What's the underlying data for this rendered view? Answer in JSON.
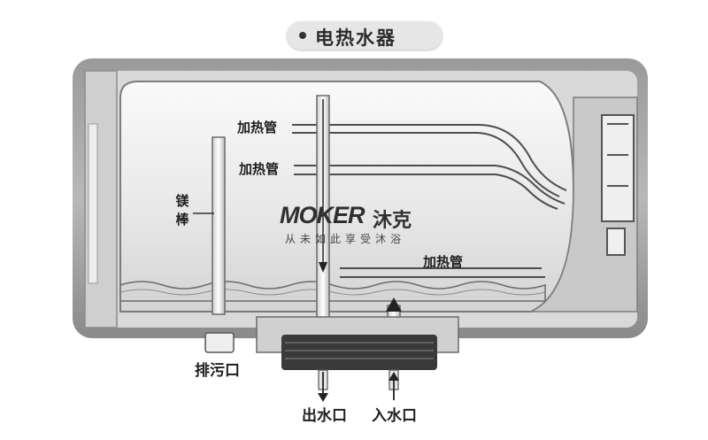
{
  "title": "电热水器",
  "labels": {
    "heating_tube_1": "加热管",
    "heating_tube_2": "加热管",
    "heating_tube_3": "加热管",
    "magnesium_rod": "镁棒",
    "drain_outlet": "排污口",
    "water_outlet": "出水口",
    "water_inlet": "入水口"
  },
  "watermark": {
    "brand": "MOKER",
    "brand_cn": "沐克",
    "slogan": "从未如此享受沐浴"
  }
}
